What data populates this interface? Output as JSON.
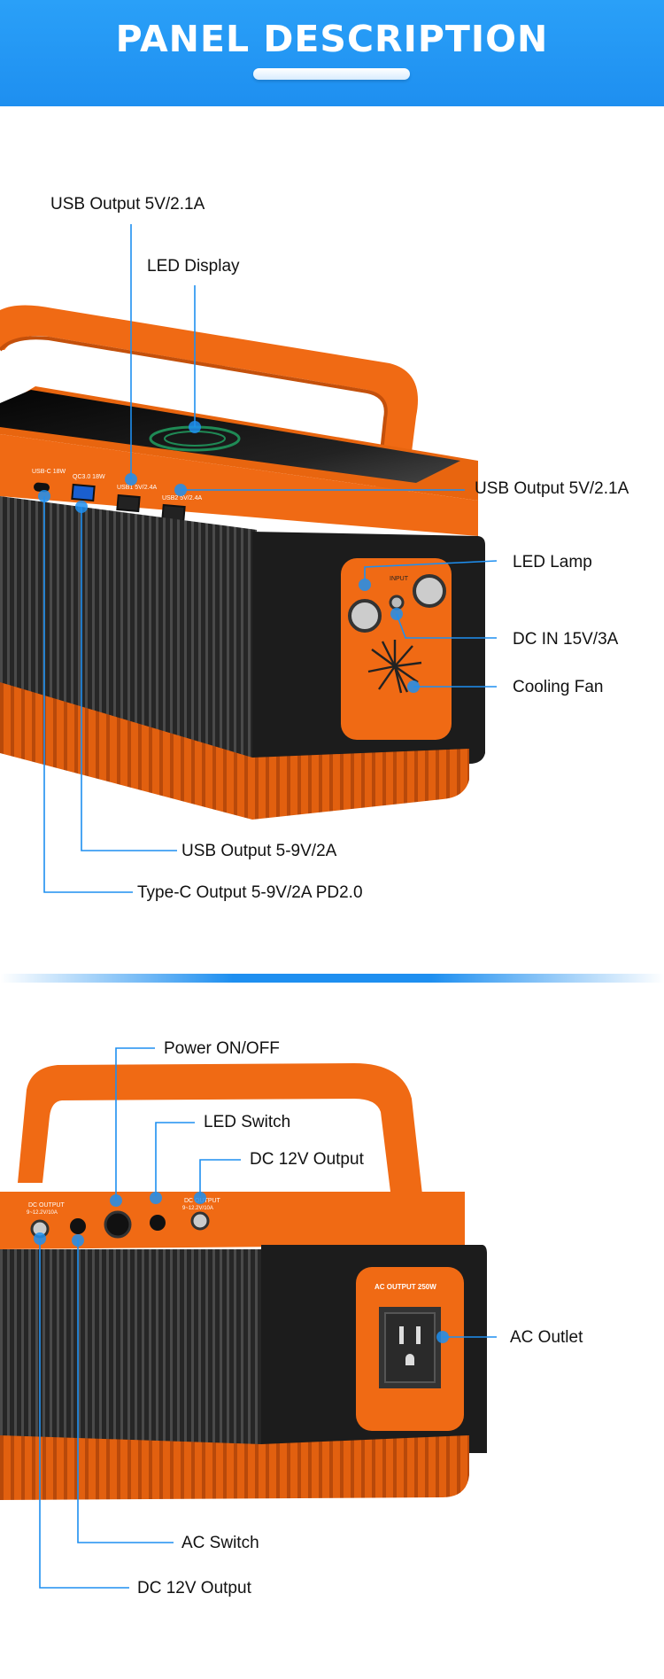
{
  "header": {
    "title": "PANEL DESCRIPTION"
  },
  "section_top": {
    "labels": {
      "usb_out_top": "USB Output 5V/2.1A",
      "led_display": "LED Display",
      "usb_out_right": "USB Output 5V/2.1A",
      "led_lamp": "LED Lamp",
      "dc_in": "DC IN 15V/3A",
      "cooling_fan": "Cooling Fan",
      "usb_qc": "USB Output 5-9V/2A",
      "type_c": "Type-C Output 5-9V/2A PD2.0"
    },
    "device_text": {
      "port_usbc": "USB-C 18W",
      "port_qc": "QC3.0 18W",
      "port_usb1": "USB1 5V/2.4A",
      "port_usb2": "USB2 5V/2.4A",
      "input": "INPUT"
    }
  },
  "section_bottom": {
    "labels": {
      "power": "Power ON/OFF",
      "led_switch": "LED Switch",
      "dc12_top": "DC 12V Output",
      "ac_outlet": "AC Outlet",
      "ac_switch": "AC Switch",
      "dc12_bottom": "DC 12V Output"
    },
    "device_text": {
      "dc_output_left_1": "DC OUTPUT",
      "dc_output_left_2": "9~12.2V/10A",
      "dc_output_right_1": "DC OUTPUT",
      "dc_output_right_2": "9~12.2V/10A",
      "ac_output": "AC OUTPUT 250W"
    }
  },
  "colors": {
    "brand_blue": "#1e8ff0",
    "device_orange": "#f06a14",
    "device_black": "#1c1c1c"
  }
}
